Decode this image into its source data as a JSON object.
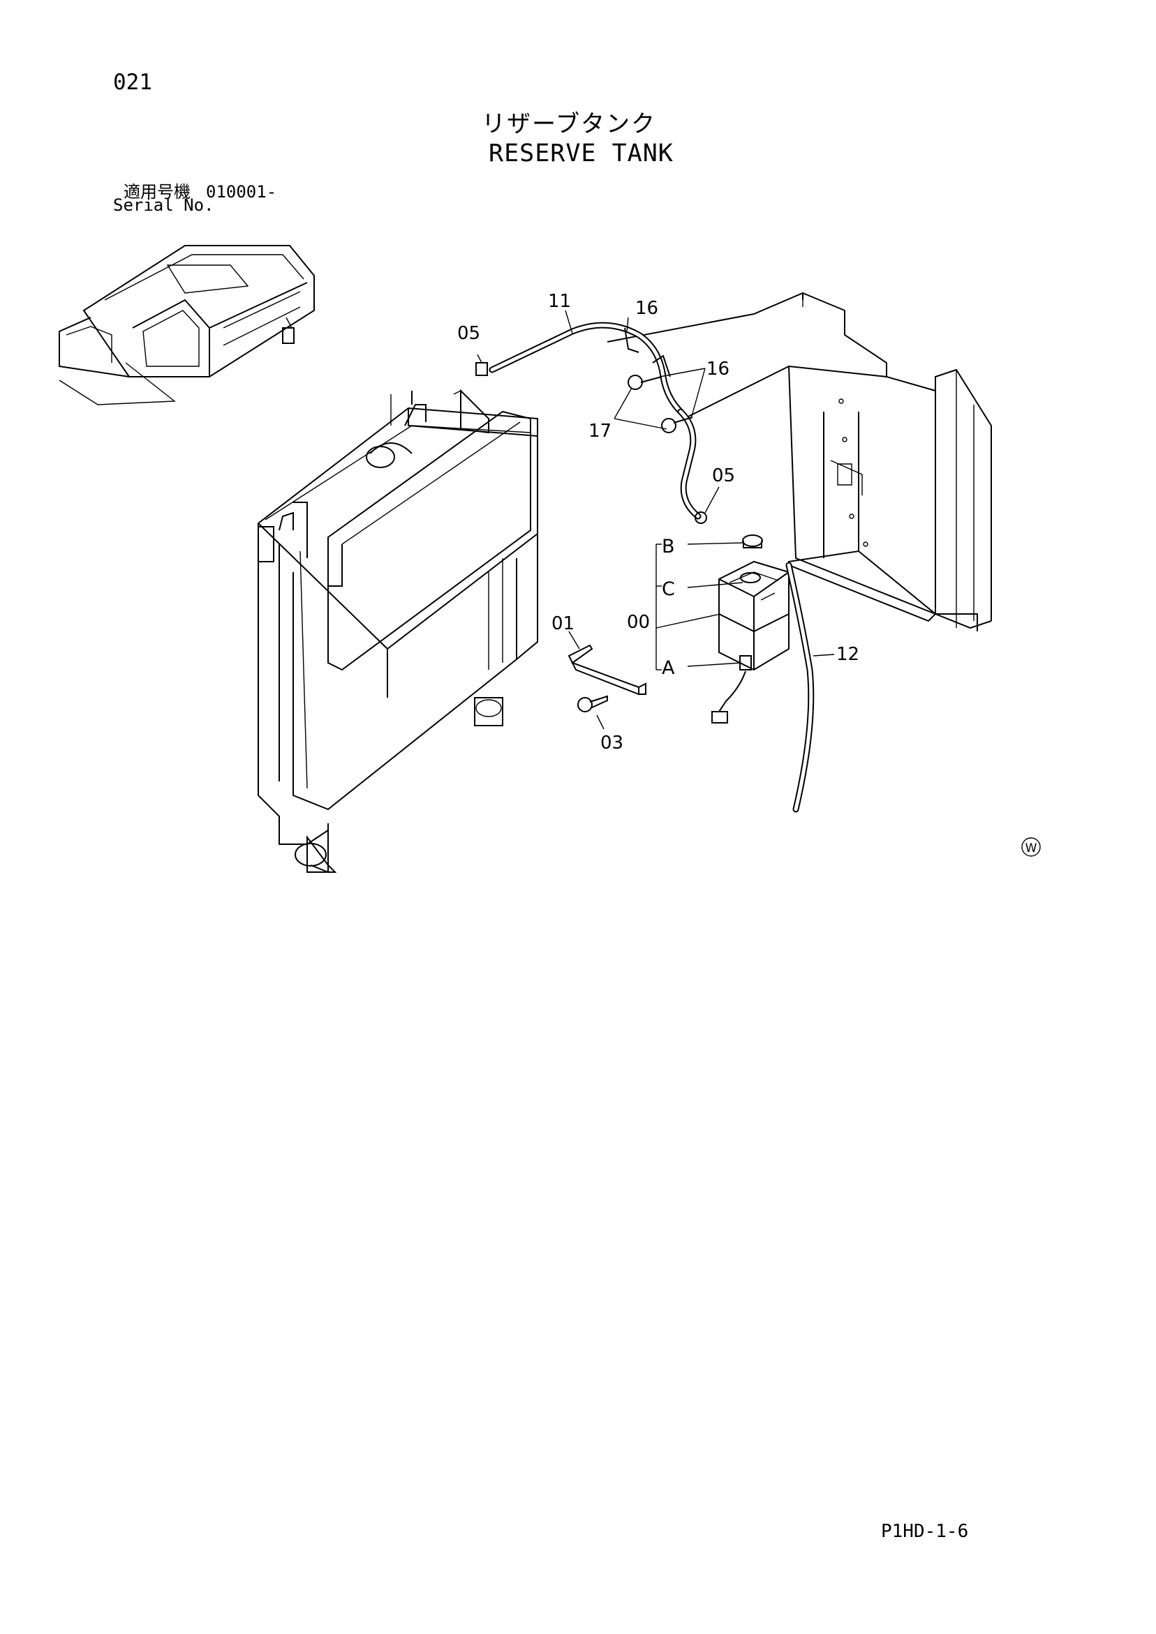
{
  "header": {
    "page_number": "021",
    "title_jp": "リザーブタンク",
    "title_en": "RESERVE TANK",
    "serial_label_jp": "適用号機",
    "serial_value": "010001-",
    "serial_label_en": "Serial No."
  },
  "callouts": {
    "c05a": "05",
    "c11": "11",
    "c16a": "16",
    "c16b": "16",
    "c17": "17",
    "c05b": "05",
    "cB": "B",
    "cC": "C",
    "c00": "00",
    "c01": "01",
    "cA": "A",
    "c12": "12",
    "c03": "03"
  },
  "footer": {
    "mark": "W",
    "ref_code": "P1HD-1-6"
  }
}
